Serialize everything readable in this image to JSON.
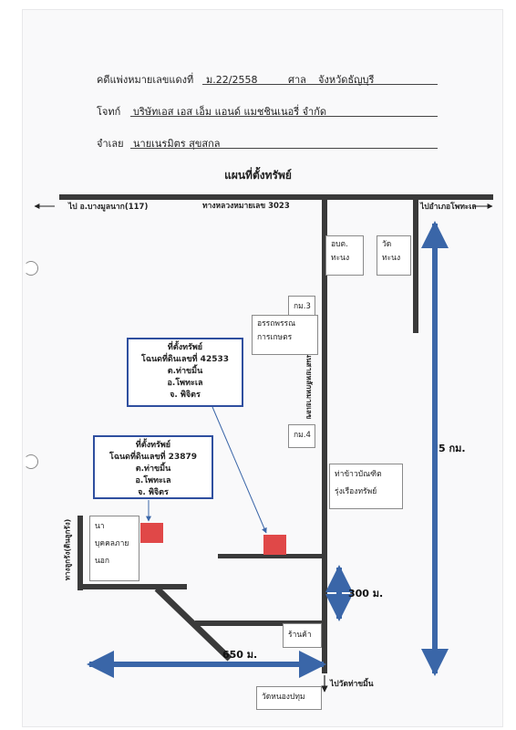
{
  "header": {
    "case_label": "คดีแพ่งหมายเลขแดงที่",
    "case_number": "ม.22/2558",
    "court_label": "ศาล",
    "court_name": "จังหวัดธัญบุรี",
    "plaintiff_label": "โจทก์",
    "plaintiff_name": "บริษัทเอส เอส เอ็ม แอนด์ แมชชินเนอรี่ จำกัด",
    "defendant_label": "จำเลย",
    "defendant_name": "นายเนรมิตร สุขสกล"
  },
  "map": {
    "title": "แผนที่ตั้งทรัพย์",
    "top_road_left": "ไป อ.บางมูลนาก(117)",
    "top_road_name": "ทางหลวงหมายเลข 3023",
    "top_road_right": "ไปอำเภอโพทะเล",
    "vertical_road_name": "ถนนสายหลักหมายเลข",
    "left_road_name": "ทางลูกรัง(ดินลูกรัง)",
    "bottom_direction": "ไปวัดท่าขมิ้น",
    "boxes": {
      "sao_line1": "อบต.",
      "sao_line2": "ทะนง",
      "temple_line1": "วัด",
      "temple_line2": "ทะนง",
      "km3": "กม.3",
      "agri_line1": "อรรถพรรณ",
      "agri_line2": "การเกษตร",
      "km4": "กม.4",
      "mill_line1": "ท่าข้าวบัณฑิต",
      "mill_line2": "รุ่งเรืองทรัพย์",
      "field_line1": "นา",
      "field_line2": "บุคคลภาย",
      "field_line3": "นอก",
      "shop": "ร้านค้า",
      "temple_nongpathum": "วัดหนองปทุม"
    },
    "property1": {
      "title": "ที่ตั้งทรัพย์",
      "deed": "โฉนดที่ดินเลขที่ 42533",
      "subdistrict": "ต.ท่าขมิ้น",
      "district": "อ.โพทะเล",
      "province": "จ. พิจิตร"
    },
    "property2": {
      "title": "ที่ตั้งทรัพย์",
      "deed": "โฉนดที่ดินเลขที่ 23879",
      "subdistrict": "ต.ท่าขมิ้น",
      "district": "อ.โพทะเล",
      "province": "จ. พิจิตร"
    },
    "distances": {
      "vertical_long": "5 กม.",
      "vertical_short": "300 ม.",
      "horizontal": "650 ม."
    },
    "colors": {
      "road": "#3a3a3a",
      "arrow": "#3a66a8",
      "property_marker": "#e04848",
      "callout_border": "#2f4f9f"
    }
  }
}
